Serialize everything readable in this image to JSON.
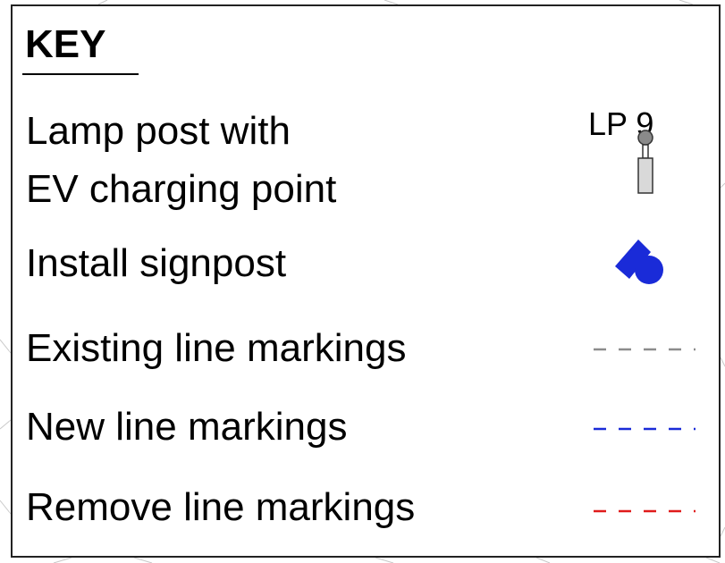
{
  "key": {
    "title": "KEY",
    "items": [
      {
        "label_lines": [
          "Lamp post with",
          "EV charging point"
        ],
        "symbol": "lamp-post-icon",
        "symbol_label": "LP 9"
      },
      {
        "label": "Install signpost",
        "symbol": "signpost-icon",
        "color": "#1a2bd8"
      },
      {
        "label": "Existing line markings",
        "symbol": "dashed-line",
        "color": "#8c8c8c"
      },
      {
        "label": "New line markings",
        "symbol": "dashed-line",
        "color": "#1a2bd8"
      },
      {
        "label": "Remove line markings",
        "symbol": "dashed-line",
        "color": "#e01b1b"
      }
    ]
  }
}
